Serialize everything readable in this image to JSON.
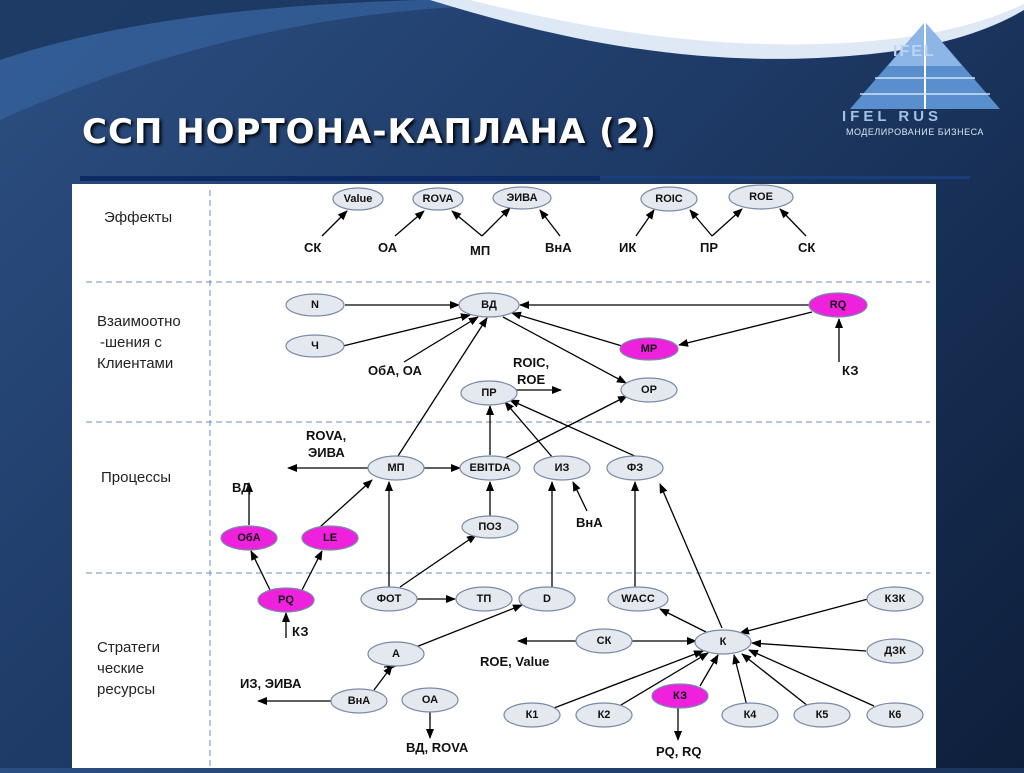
{
  "slide": {
    "title": "ССП НОРТОНА-КАПЛАНА (2)"
  },
  "logo": {
    "name": "IFEL RUS",
    "tagline": "МОДЕЛИРОВАНИЕ БИЗНЕСА",
    "mark": "IFEL"
  },
  "rows": {
    "effects": "Эффекты",
    "customers": [
      "Взаимоотно",
      "-шения с",
      "Клиентами"
    ],
    "processes": "Процессы",
    "resources": [
      "Стратеги",
      "ческие",
      "ресурсы"
    ]
  },
  "colors": {
    "highlight": "#ee22dd",
    "node_fill": "#e4e8ef",
    "node_stroke": "#7a8aa6"
  },
  "nodes": {
    "value": "Value",
    "rova": "ROVA",
    "eiva": "ЭИВА",
    "roic": "ROIC",
    "roe": "ROE",
    "n": "N",
    "vd": "ВД",
    "rq": "RQ",
    "ch": "Ч",
    "mr": "МР",
    "pr": "ПР",
    "or": "ОР",
    "mp": "МП",
    "ebitda": "EBITDA",
    "iz": "ИЗ",
    "fz": "ФЗ",
    "oba": "ОбА",
    "le": "LE",
    "poz": "ПОЗ",
    "pq": "PQ",
    "fot": "ФОТ",
    "tp": "ТП",
    "d": "D",
    "wacc": "WACC",
    "kzk": "КЗК",
    "a": "А",
    "sk": "СК",
    "k": "К",
    "dzk": "ДЗК",
    "vna": "ВнА",
    "oa": "ОА",
    "kz": "КЗ",
    "k1": "К1",
    "k2": "К2",
    "k4": "К4",
    "k5": "К5",
    "k6": "К6"
  },
  "labels": {
    "e_sk": "СК",
    "e_oa": "ОА",
    "e_mp": "МП",
    "e_vna": "ВнА",
    "e_ik": "ИК",
    "e_pr": "ПР",
    "e_sk2": "СК",
    "oba_oa": "ОбА, ОА",
    "roic_roe_1": "ROIC,",
    "roic_roe_2": "ROE",
    "kz_c": "КЗ",
    "rova_eiva_1": "ROVA,",
    "rova_eiva_2": "ЭИВА",
    "vd_out": "ВД",
    "vna_out": "ВнА",
    "kz_r": "КЗ",
    "roe_value": "ROE, Value",
    "iz_eiva": "ИЗ, ЭИВА",
    "vd_rova": "ВД, ROVA",
    "pq_rq": "PQ, RQ"
  }
}
